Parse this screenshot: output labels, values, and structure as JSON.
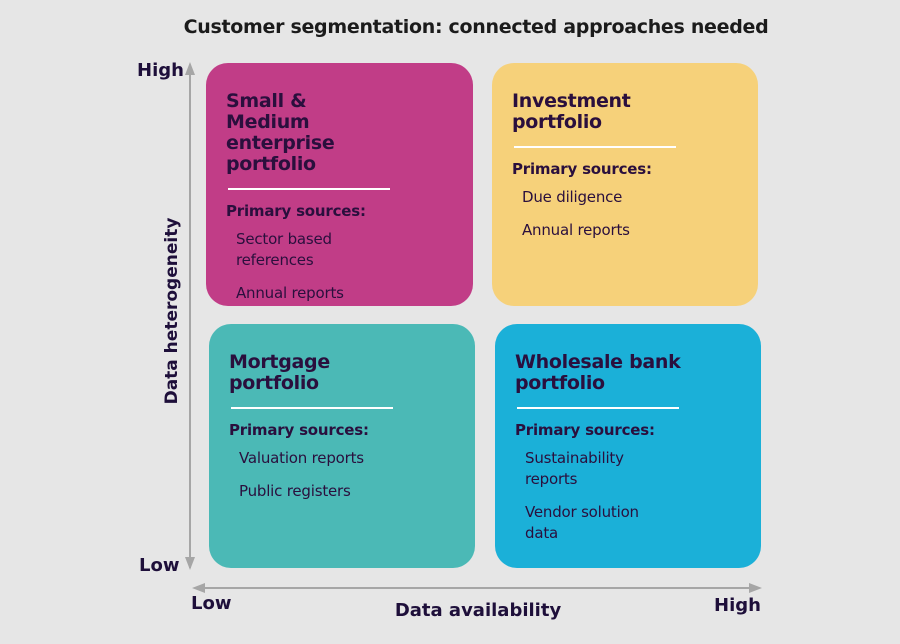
{
  "title": "Customer segmentation: connected approaches needed",
  "axes": {
    "y": {
      "title": "Data heterogeneity",
      "high": "High",
      "low": "Low"
    },
    "x": {
      "title": "Data availability",
      "high": "High",
      "low": "Low"
    },
    "arrow_color": "#a6a6a6"
  },
  "quadrants": [
    {
      "id": "sme",
      "position": "top-left",
      "title": "Small & Medium enterprise portfolio",
      "sources_label": "Primary sources:",
      "sources": [
        "Sector based references",
        "Annual reports"
      ],
      "color": "#c13d87"
    },
    {
      "id": "investment",
      "position": "top-right",
      "title": "Investment portfolio",
      "sources_label": "Primary sources:",
      "sources": [
        "Due diligence",
        "Annual reports"
      ],
      "color": "#f6d17a"
    },
    {
      "id": "mortgage",
      "position": "bottom-left",
      "title": "Mortgage portfolio",
      "sources_label": "Primary sources:",
      "sources": [
        "Valuation reports",
        "Public registers"
      ],
      "color": "#4bb9b6"
    },
    {
      "id": "wholesale",
      "position": "bottom-right",
      "title": "Wholesale bank portfolio",
      "sources_label": "Primary sources:",
      "sources": [
        "Sustainability reports",
        "Vendor solution data"
      ],
      "color": "#1bb0d8"
    }
  ]
}
